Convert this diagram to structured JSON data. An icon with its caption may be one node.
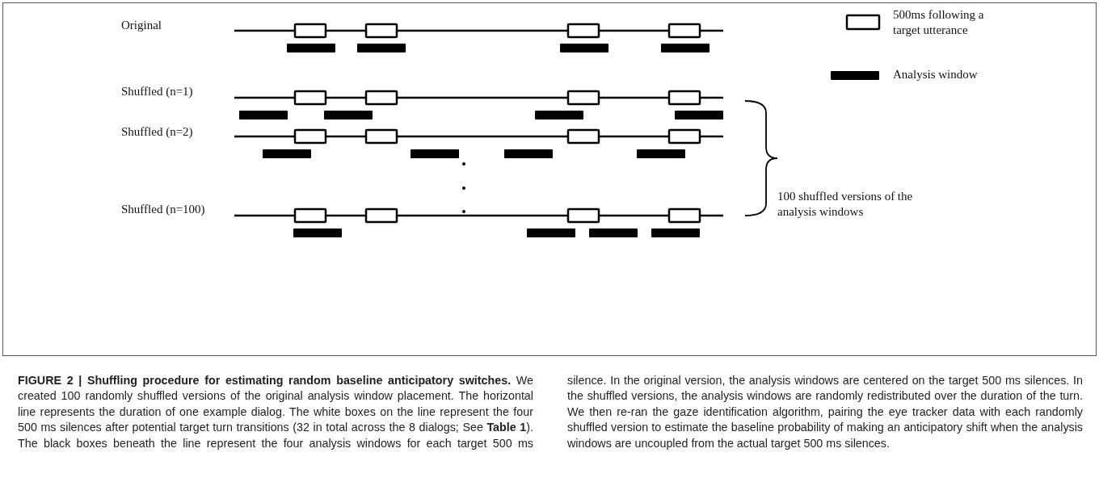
{
  "diagram": {
    "caption": "**FIGURE 2 | Shuffling procedure for estimating random baseline anticipatory switches.** We created 100 randomly shuffled versions of the original analysis window placement. The horizontal line represents the duration of one example dialog. The white boxes on the line represent the four 500 ms silences after potential target turn transitions (32 in total across the 8 dialogs; See **Table 1**). The black boxes beneath the line represent the four analysis windows for each target 500 ms silence. In the original version, the analysis windows are centered on the target 500 ms silences. In the shuffled versions, the analysis windows are randomly redistributed over the duration of the turn. We then re-ran the gaze identification algorithm, pairing the eye tracker data with each randomly shuffled version to estimate the baseline probability of making an anticipatory shift when the analysis windows are uncoupled from the actual target 500 ms silences.",
    "labels": [
      "Original",
      "Shuffled (n=1)",
      "Shuffled (n=2)",
      "Shuffled (n=100)",
      "100 shuffled versions of the analysis windows"
    ],
    "legend": [
      {
        "text": "500ms following a target utterance"
      },
      {
        "text": "Analysis window",
        "color": "#000000"
      }
    ]
  }
}
